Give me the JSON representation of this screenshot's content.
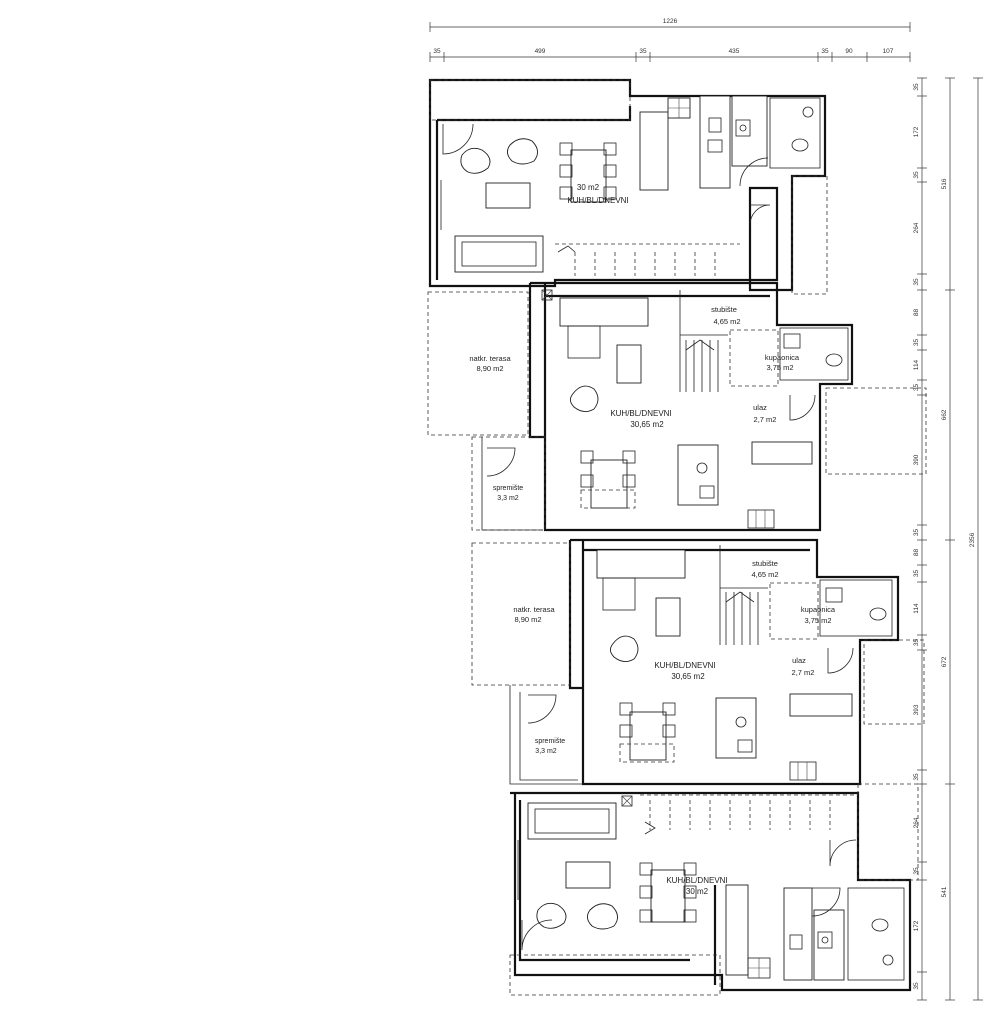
{
  "dimensions": {
    "top_total": "1226",
    "top_segments": [
      "35",
      "499",
      "35",
      "435",
      "35",
      "90",
      "107"
    ],
    "right_inner": [
      "35",
      "172",
      "35",
      "264",
      "35",
      "88",
      "35",
      "114",
      "35",
      "390",
      "35",
      "88",
      "35",
      "114",
      "35",
      "393",
      "35",
      "264",
      "35",
      "172",
      "35"
    ],
    "right_middle": [
      "516",
      "662",
      "672",
      "541"
    ],
    "right_total": "2356"
  },
  "rooms": {
    "unit1_living": {
      "name": "KUH/BL/DNEVNI",
      "area": "30 m2"
    },
    "unit2_stairs": {
      "name": "stubište",
      "area": "4,65 m2"
    },
    "unit2_bath": {
      "name": "kupaonica",
      "area": "3,75 m2"
    },
    "unit2_terrace": {
      "name": "natkr. terasa",
      "area": "8,90 m2"
    },
    "unit2_living": {
      "name": "KUH/BL/DNEVNI",
      "area": "30,65 m2"
    },
    "unit2_entry": {
      "name": "ulaz",
      "area": "2,7 m2"
    },
    "unit2_storage": {
      "name": "spremište",
      "area": "3,3 m2"
    },
    "unit3_stairs": {
      "name": "stubište",
      "area": "4,65 m2"
    },
    "unit3_bath": {
      "name": "kupaonica",
      "area": "3,75 m2"
    },
    "unit3_terrace": {
      "name": "natkr. terasa",
      "area": "8,90 m2"
    },
    "unit3_living": {
      "name": "KUH/BL/DNEVNI",
      "area": "30,65 m2"
    },
    "unit3_entry": {
      "name": "ulaz",
      "area": "2,7 m2"
    },
    "unit3_storage": {
      "name": "spremište",
      "area": "3,3 m2"
    },
    "unit4_living": {
      "name": "KUH/BL/DNEVNI",
      "area": "30 m2"
    }
  }
}
